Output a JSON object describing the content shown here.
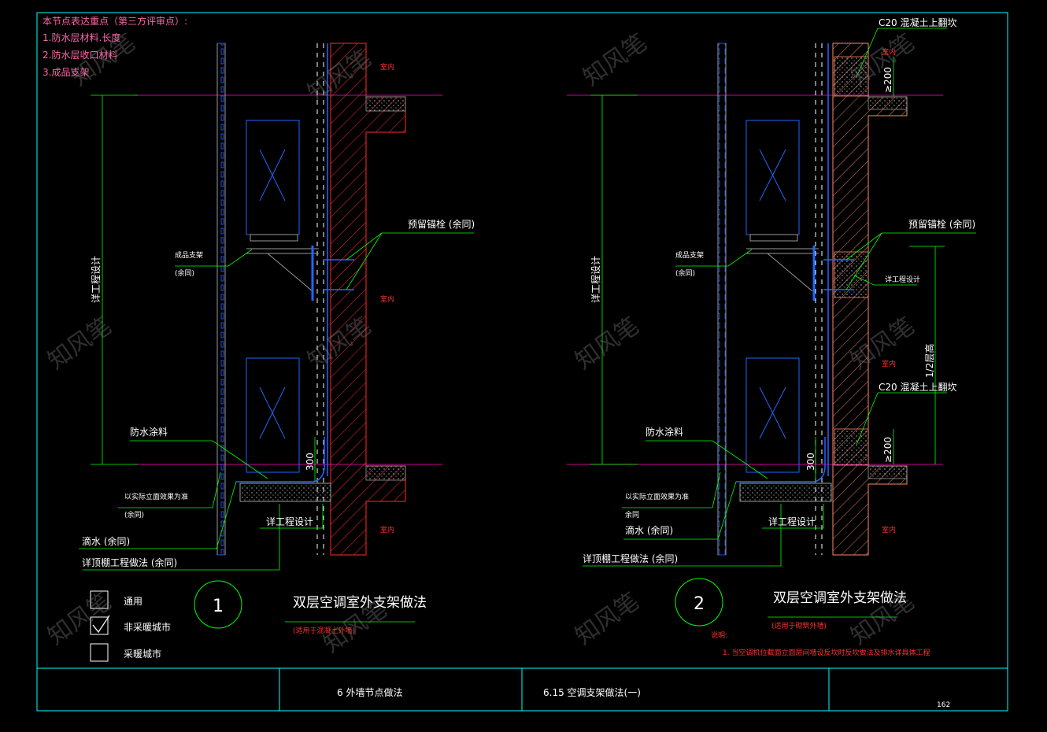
{
  "notes": {
    "title": "本节点表达重点（第三方评审点）:",
    "items": [
      "1.防水层材料.长度",
      "2.防水层收口材料",
      "3.成品支架"
    ]
  },
  "left": {
    "indoor": [
      "室内",
      "室内",
      "室内"
    ],
    "vertical_label": "详工程设计",
    "bracket_label": "成品支架",
    "bracket_same": "(余同)",
    "anchor_label": "预留锚栓 (余同)",
    "waterproof_label": "防水涂料",
    "slope_label": "以实际立面效果为准",
    "slope_same": "(余同)",
    "drip_label": "滴水 (余同)",
    "ceiling_label": "详顶棚工程做法 (余同)",
    "design_label": "详工程设计",
    "dim_300": "300",
    "detail_number": "1",
    "detail_title": "双层空调室外支架做法",
    "detail_subtitle": "(适用于混凝土外墙)"
  },
  "right": {
    "c20_top": "C20 混凝土上翻坎",
    "c20_mid": "C20 混凝土上翻坎",
    "indoor": [
      "室内",
      "室内",
      "室内"
    ],
    "dim_200_top": "≥200",
    "dim_200_mid": "≥200",
    "half_height": "1/2层高",
    "vertical_label": "详工程设计",
    "bracket_label": "成品支架",
    "bracket_same": "(余同)",
    "anchor_label": "预留锚栓 (余同)",
    "design_label_wall": "详工程设计",
    "waterproof_label": "防水涂料",
    "slope_label": "以实际立面效果为准",
    "slope_same": "余同",
    "drip_label": "滴水 (余同)",
    "ceiling_label": "详顶棚工程做法 (余同)",
    "design_label": "详工程设计",
    "dim_300": "300",
    "detail_number": "2",
    "detail_title": "双层空调室外支架做法",
    "detail_subtitle": "(适用于砌筑外墙)",
    "note_title": "说明:",
    "note_text": "1. 当空调机位截面立面层间墙设反坎时反坎做法及排水详具体工程"
  },
  "legend": [
    {
      "label": "通用",
      "checked": false
    },
    {
      "label": "非采暖城市",
      "checked": true
    },
    {
      "label": "采暖城市",
      "checked": false
    }
  ],
  "titlebar": {
    "chapter": "6  外墙节点做法",
    "section": "6.15  空调支架做法(一)",
    "page": "162"
  },
  "watermark": "知风笔",
  "colors": {
    "frame": "#00ffff",
    "leader": "#00ff00",
    "pink": "#ff66aa",
    "blue": "#2266ff",
    "magenta": "#cc0099",
    "concrete": "#ff2a2a",
    "masonry": "#ff8866",
    "grey": "#9a9a9a"
  }
}
